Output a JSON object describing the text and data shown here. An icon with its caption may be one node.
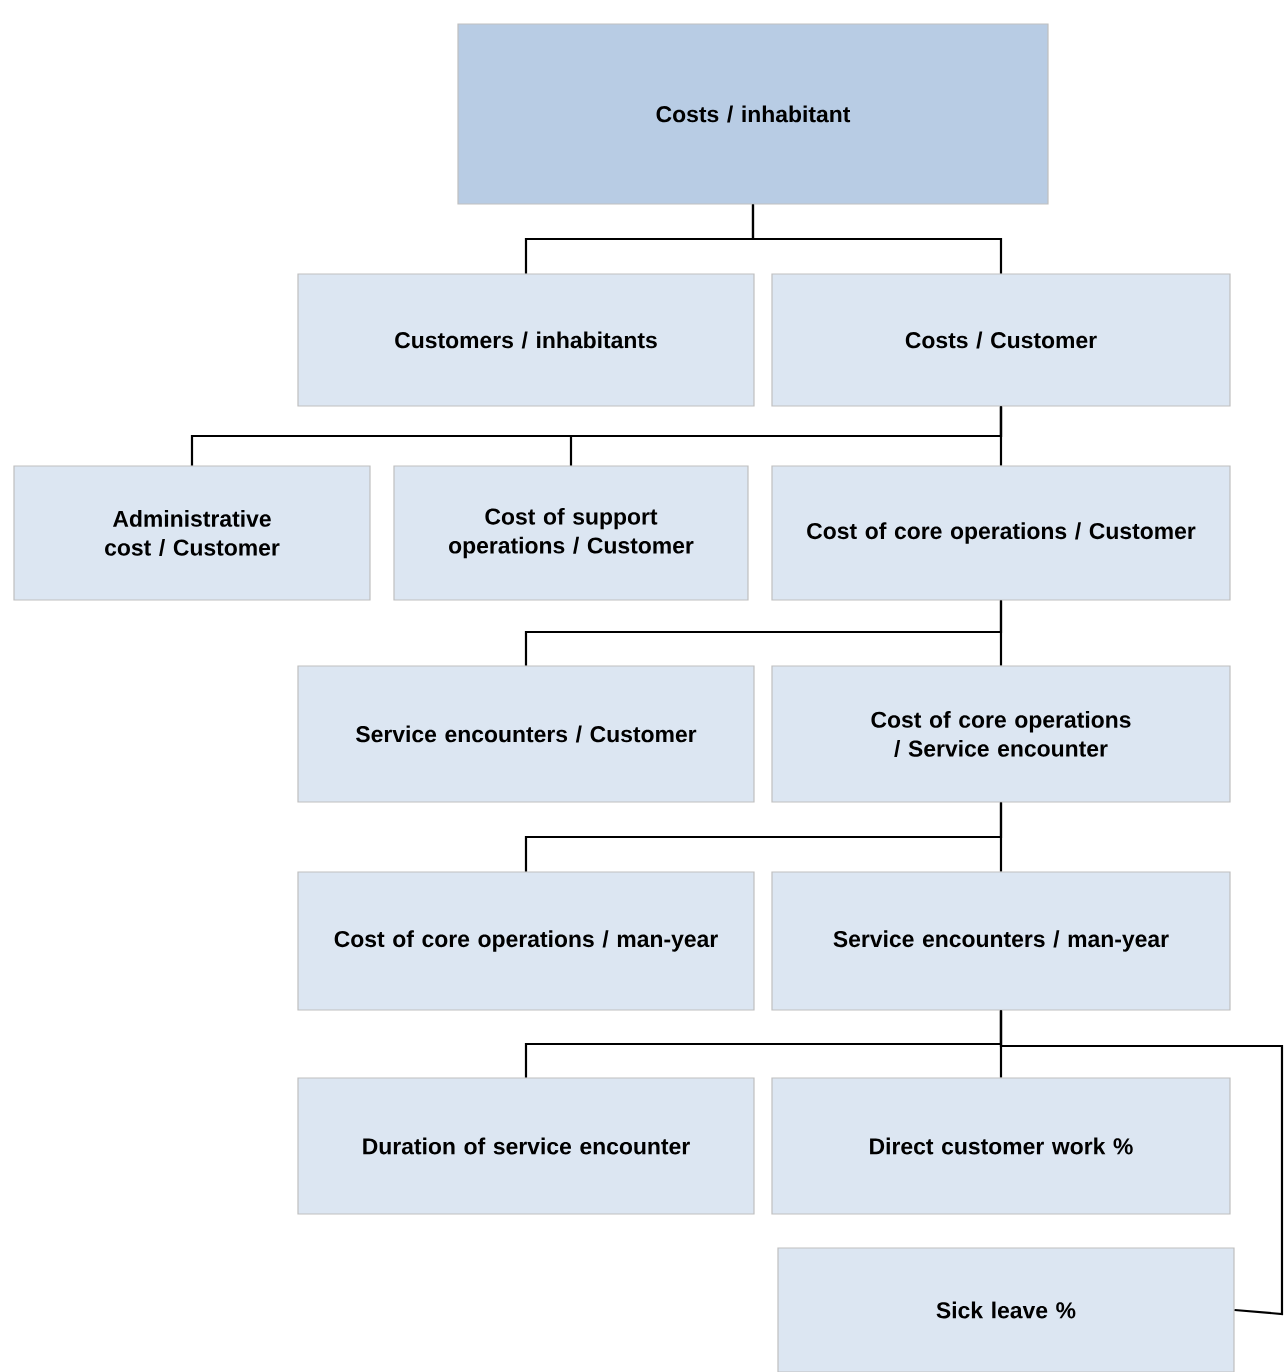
{
  "diagram": {
    "nodes": [
      {
        "text": [
          "Costs / inhabitant"
        ]
      },
      {
        "text": [
          "Customers / inhabitants"
        ]
      },
      {
        "text": [
          "Costs / Customer"
        ]
      },
      {
        "text": [
          "Administrative cost / Customer"
        ]
      },
      {
        "text": [
          "Cost of support operations / Customer"
        ]
      },
      {
        "text": [
          "Cost of core operations / Customer"
        ]
      },
      {
        "text": [
          "Service encounters / Customer"
        ]
      },
      {
        "text": [
          "Cost of core operations / Service encounter"
        ]
      },
      {
        "text": [
          "Cost of core operations / man-year"
        ]
      },
      {
        "text": [
          "Service encounters / man-year"
        ]
      },
      {
        "text": [
          "Duration of service encounter"
        ]
      },
      {
        "text": [
          "Direct customer work %"
        ]
      },
      {
        "text": [
          "Sick leave %"
        ]
      }
    ],
    "edges": [
      {
        "from": 0,
        "to": 1,
        "arrow": "none"
      },
      {
        "from": 0,
        "to": 2,
        "arrow": "none"
      },
      {
        "from": 2,
        "to": 3,
        "arrow": "none"
      },
      {
        "from": 2,
        "to": 4,
        "arrow": "none"
      },
      {
        "from": 2,
        "to": 5,
        "arrow": "none"
      },
      {
        "from": 5,
        "to": 6,
        "arrow": "none"
      },
      {
        "from": 5,
        "to": 7,
        "arrow": "none"
      },
      {
        "from": 7,
        "to": 8,
        "arrow": "none"
      },
      {
        "from": 7,
        "to": 9,
        "arrow": "none"
      },
      {
        "from": 9,
        "to": 10,
        "arrow": "none"
      },
      {
        "from": 9,
        "to": 11,
        "arrow": "none"
      },
      {
        "from": 9,
        "to": 12,
        "arrow": "none"
      }
    ]
  }
}
